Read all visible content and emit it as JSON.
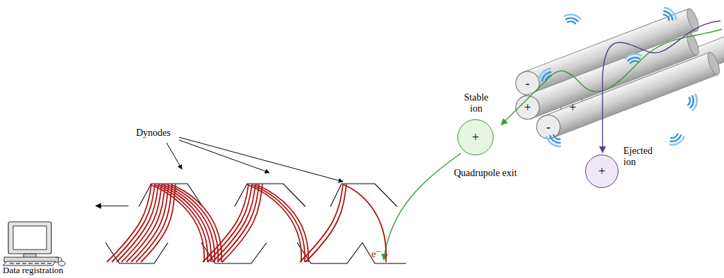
{
  "diagram": {
    "nodes": [
      {
        "text": [
          "Stable ion",
          "+"
        ]
      },
      {
        "text": [
          "+",
          "Ejected ion"
        ]
      }
    ],
    "labels": [
      "Dynodes",
      "Data registration",
      "Quadrupole exit",
      "e⁻",
      "-",
      "+",
      "+",
      "-"
    ]
  }
}
